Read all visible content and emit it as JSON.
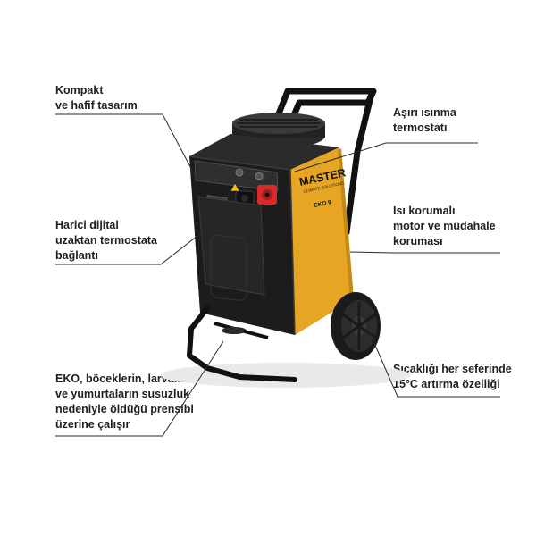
{
  "product": {
    "brand": "MASTER",
    "brand_tagline": "CLIMATE SOLUTIONS",
    "model": "EKO 9"
  },
  "callouts": {
    "compact": "Kompakt\nve hafif tasarım",
    "remote_thermostat": "Harici dijital\nuzaktan termostata\nbağlantı",
    "eko_principle": "EKO, böceklerin, larvaların\nve yumurtaların susuzluk\nnedeniyle öldüğü prensibi\nüzerine çalışır",
    "overheat_thermostat": "Aşırı ısınma\ntermostatı",
    "motor_protection": "Isı korumalı\nmotor ve müdahale\nkoruması",
    "temperature_step": "Sıcaklığı her seferinde\n15°C artırma özelliği"
  },
  "colors": {
    "body_yellow": "#e6a623",
    "body_black": "#1c1c1c",
    "frame": "#111111",
    "red_switch": "#d92b2b"
  }
}
